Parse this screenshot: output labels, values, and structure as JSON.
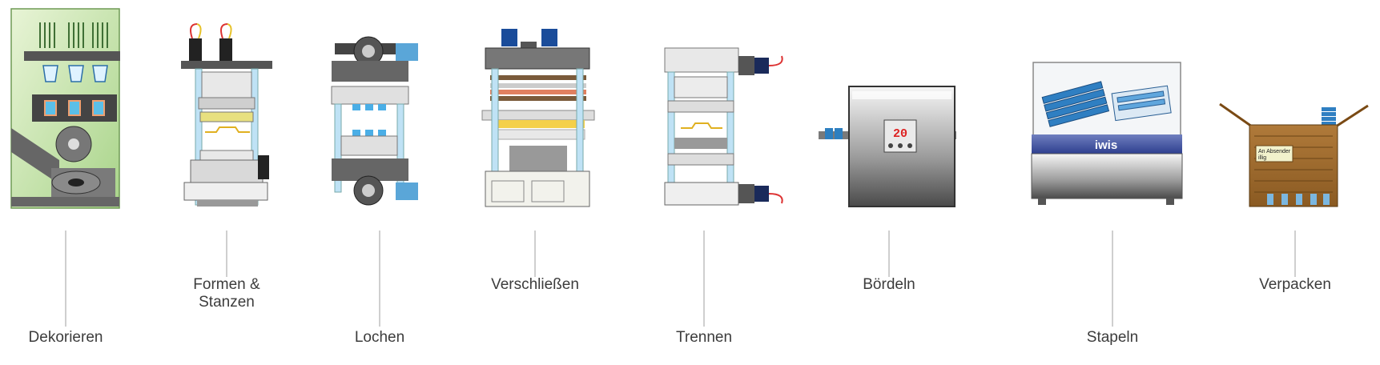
{
  "steps": [
    {
      "label": "Dekorieren",
      "lines": [
        "Dekorieren"
      ],
      "icon": "decorating-machine-icon"
    },
    {
      "label": "Formen & Stanzen",
      "lines": [
        "Formen &",
        "Stanzen"
      ],
      "icon": "forming-punching-press-icon"
    },
    {
      "label": "Lochen",
      "lines": [
        "Lochen"
      ],
      "icon": "perforating-press-icon"
    },
    {
      "label": "Verschließen",
      "lines": [
        "Verschließen"
      ],
      "icon": "sealing-press-icon"
    },
    {
      "label": "Trennen",
      "lines": [
        "Trennen"
      ],
      "icon": "cutting-press-icon"
    },
    {
      "label": "Bördeln",
      "lines": [
        "Bördeln"
      ],
      "icon": "rim-rolling-machine-icon"
    },
    {
      "label": "Stapeln",
      "lines": [
        "Stapeln"
      ],
      "icon": "stacking-machine-icon"
    },
    {
      "label": "Verpacken",
      "lines": [
        "Verpacken"
      ],
      "icon": "packing-box-icon"
    }
  ],
  "machine_texts": {
    "counter_display": "20",
    "brand": "iwis",
    "box_label_line1": "An Absender",
    "box_label_line2": "illig"
  },
  "colors": {
    "line": "#cfcfcf",
    "label": "#3c3c3c",
    "machine_blue": "#5b9bd5",
    "frame_gray": "#888888"
  }
}
